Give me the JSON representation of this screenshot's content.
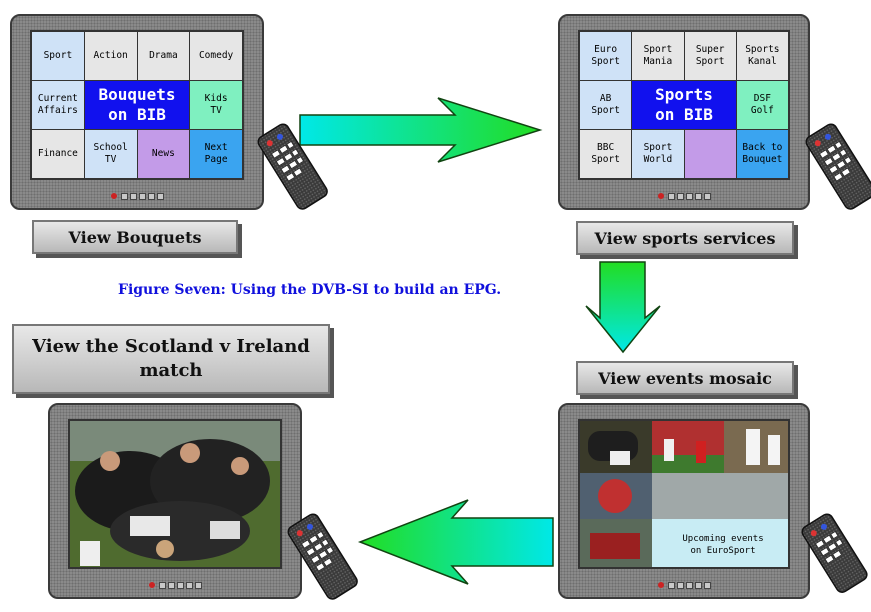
{
  "caption": "Figure Seven: Using the DVB-SI to build an EPG.",
  "labels": {
    "bouquets": "View Bouquets",
    "sports": "View sports services",
    "mosaic": "View events mosaic",
    "match": "View the Scotland v Ireland\nmatch"
  },
  "bouquets_screen": {
    "cells": [
      {
        "text": "Sport",
        "color": "#cfe2f7"
      },
      {
        "text": "Action",
        "color": "#e6e6e6"
      },
      {
        "text": "Drama",
        "color": "#e6e6e6"
      },
      {
        "text": "Comedy",
        "color": "#e6e6e6"
      },
      {
        "text": "Current\nAffairs",
        "color": "#cfe2f7"
      },
      {
        "text": "Bouquets\non BIB",
        "color": "#1111ee",
        "big": true
      },
      {
        "text": "Kids\nTV",
        "color": "#7ff0c0"
      },
      {
        "text": "Finance",
        "color": "#e6e6e6"
      },
      {
        "text": "School\nTV",
        "color": "#cfe2f7"
      },
      {
        "text": "News",
        "color": "#c39be8"
      },
      {
        "text": "Next\nPage",
        "color": "#3aa4f0"
      }
    ]
  },
  "sports_screen": {
    "cells": [
      {
        "text": "Euro\nSport",
        "color": "#cfe2f7"
      },
      {
        "text": "Sport\nMania",
        "color": "#e6e6e6"
      },
      {
        "text": "Super\nSport",
        "color": "#e6e6e6"
      },
      {
        "text": "Sports\nKanal",
        "color": "#e6e6e6"
      },
      {
        "text": "AB\nSport",
        "color": "#cfe2f7"
      },
      {
        "text": "Sports\non BIB",
        "color": "#1111ee",
        "big": true
      },
      {
        "text": "DSF\nGolf",
        "color": "#7ff0c0"
      },
      {
        "text": "BBC\nSport",
        "color": "#e6e6e6"
      },
      {
        "text": "Sport\nWorld",
        "color": "#cfe2f7"
      },
      {
        "text": "",
        "color": "#c39be8"
      },
      {
        "text": "Back to\nBouquet",
        "color": "#3aa4f0"
      }
    ]
  },
  "mosaic_screen": {
    "upcoming": "Upcoming events\non EuroSport"
  },
  "icons": {
    "remote": "tv-remote-icon",
    "arrow": "gradient-arrow-icon"
  },
  "colors": {
    "caption": "#1010dd",
    "arrow_start": "#00e8e8",
    "arrow_end": "#22dd22"
  }
}
